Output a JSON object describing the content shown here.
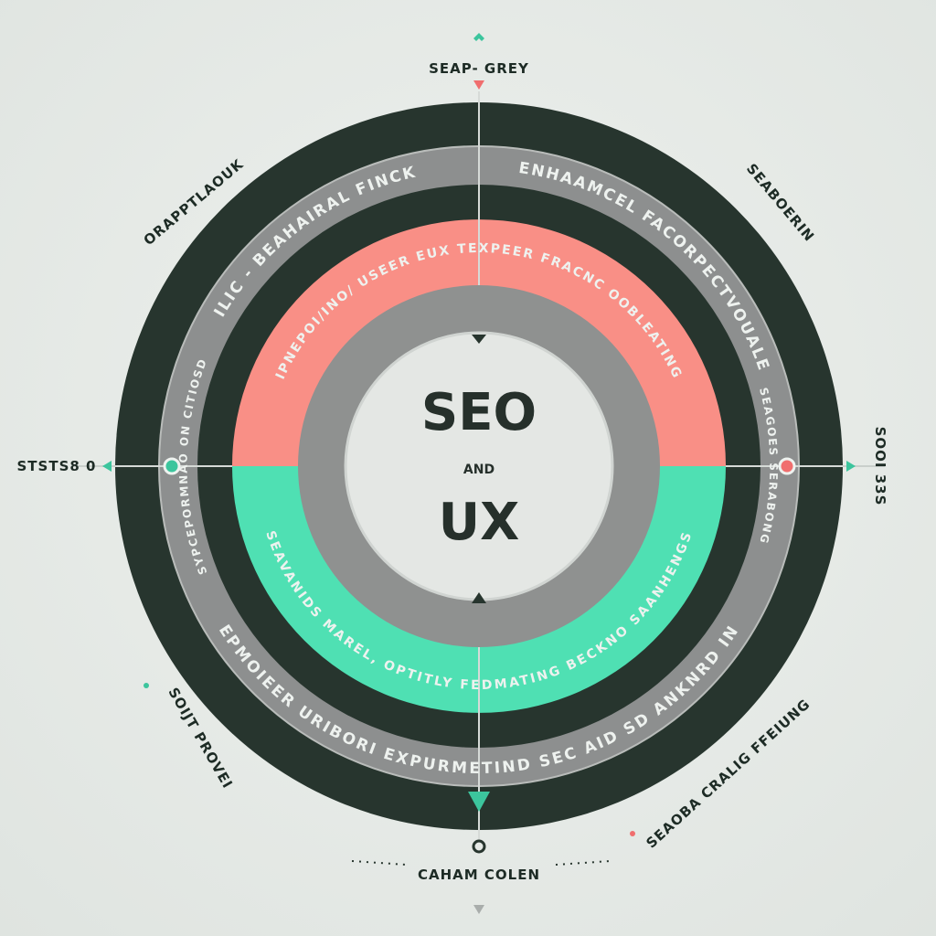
{
  "center": {
    "title_top": "SEO",
    "connector": "AND",
    "title_bottom": "UX"
  },
  "rings": {
    "grey_upper_left": "ILIC - BEAHAIRAL FINCK",
    "grey_upper_right": "ENHAAMCEL FACORPECTVOUALE",
    "grey_lower": "EPMOIEER URIBORI EXPURMETIND SEC AID SD ANKNRD IN",
    "grey_left": "SYPCEPORMNAO ON CITIOSD",
    "grey_right": "SEAGOES SERABONG",
    "pink_arc": "IPNEPOI/INO/ USEER EUX TEXPEER FRACNC OOBLEATING",
    "teal_arc": "SEAVANIDS MAREL, OPTITLY FEDMATING BECKNO SAANHENGS"
  },
  "labels": {
    "top": "SEAP- GREY",
    "top_left": "ORAPPTLAOUK",
    "top_right": "SEABOERIN",
    "left": "STSTS8 0",
    "right": "SOOI 33S",
    "bottom_left": "SOIJT PROVEI",
    "bottom_right": "SEAOBA CRALIG FFEIUNG",
    "bottom": "CAHAM COLEN"
  },
  "colors": {
    "background": "#e6ebe7",
    "dark_ring": "#27352e",
    "grey_ring": "#8d8f8f",
    "pink": "#f98f86",
    "teal": "#4fe0b3",
    "center": "#e4e7e4",
    "accent_red": "#f06e6e",
    "accent_teal": "#3cc59d"
  }
}
